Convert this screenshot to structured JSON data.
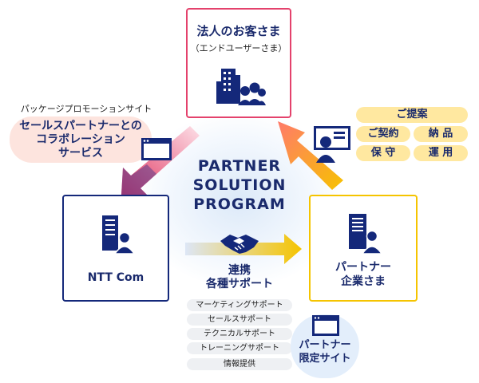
{
  "center": {
    "line1": "PARTNER",
    "line2": "SOLUTION",
    "line3": "PROGRAM"
  },
  "customer": {
    "title": "法人のお客さま",
    "subtitle": "（エンドユーザーさま）"
  },
  "ntt": {
    "title": "NTT Com"
  },
  "partner": {
    "line1": "パートナー",
    "line2": "企業さま"
  },
  "promo": {
    "heading": "パッケージプロモーションサイト",
    "line1": "セールスパートナーとの",
    "line2": "コラボレーション",
    "line3": "サービス"
  },
  "proposal": {
    "header": "ご提案",
    "items": [
      "ご契約",
      "納 品",
      "保 守",
      "運 用"
    ]
  },
  "support": {
    "line1": "連携",
    "line2": "各種サポート",
    "items": [
      "マーケティングサポート",
      "セールスサポート",
      "テクニカルサポート",
      "トレーニングサポート",
      "情報提供"
    ]
  },
  "partner_site": {
    "line1": "パートナー",
    "line2": "限定サイト"
  },
  "colors": {
    "pink": "#e4426c",
    "navy": "#14287a",
    "yellow": "#f5c400",
    "gray_pill": "#eef0f3",
    "yellow_pill": "#ffe8a0"
  },
  "icons": [
    "building-people-icon",
    "server-person-icon",
    "browser-window-icon",
    "presenter-icon",
    "handshake-icon"
  ]
}
